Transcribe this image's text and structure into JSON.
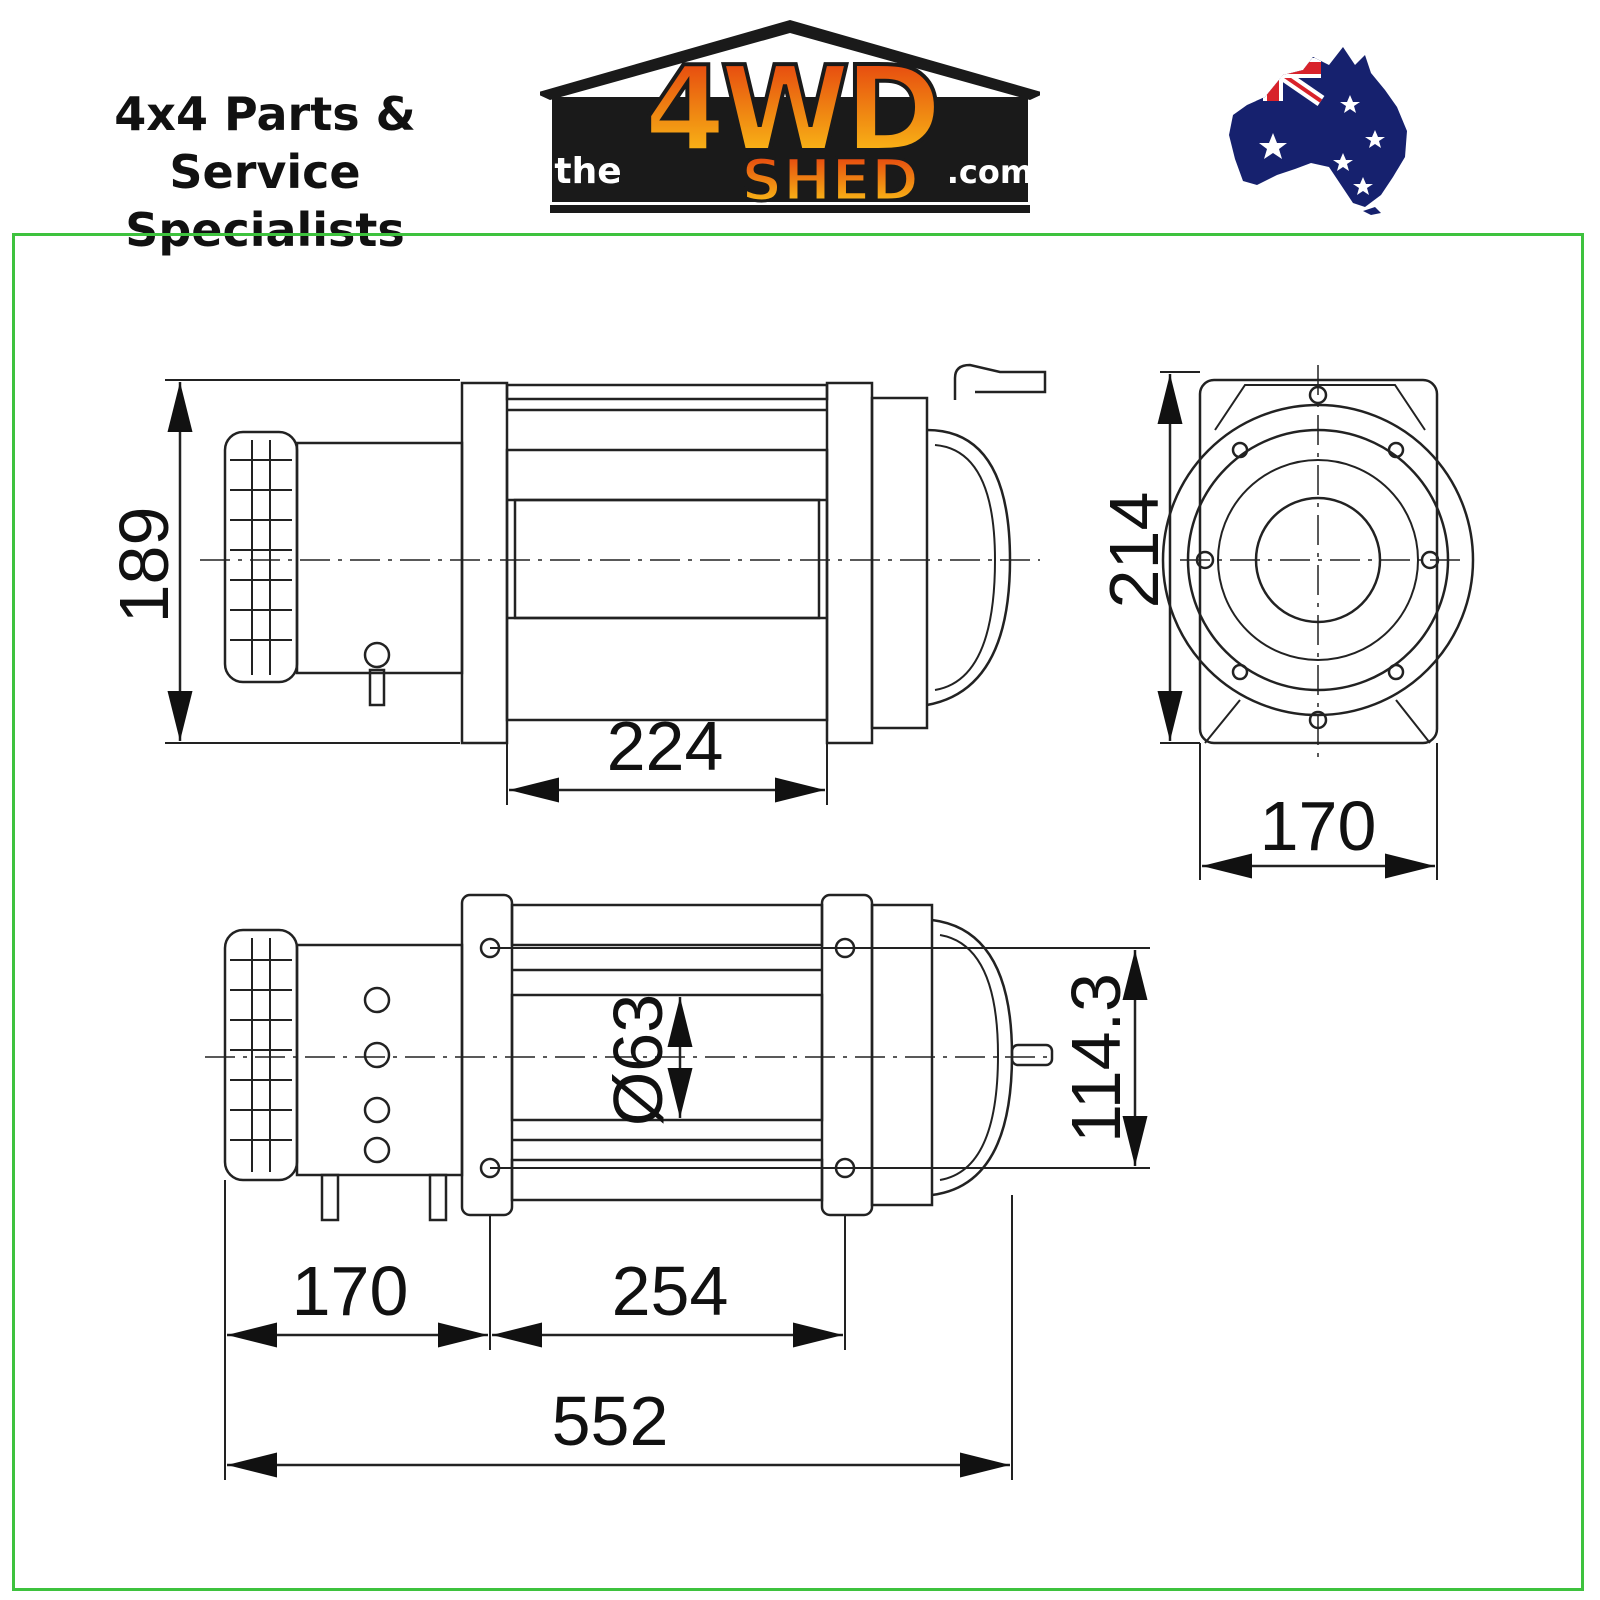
{
  "header": {
    "tagline_line1": "4x4 Parts & Service",
    "tagline_line2": "Specialists",
    "logo": {
      "prefix": "the",
      "main": "4WD",
      "sub": "SHED",
      "suffix": ".com"
    },
    "flag_icon": "australia-map-flag-icon"
  },
  "drawing": {
    "top_view": {
      "height": "189",
      "drum_length": "224"
    },
    "end_view": {
      "height": "214",
      "width": "170"
    },
    "side_view": {
      "drum_diameter": "Ø63",
      "mount_spacing_vertical": "114.3",
      "motor_length": "170",
      "mount_spacing_horizontal": "254",
      "overall_length": "552"
    }
  },
  "colors": {
    "frame": "#3ec23e",
    "logo_orange": "#f08a12",
    "logo_yellow": "#ffd21a",
    "logo_dark": "#1a1a1a"
  }
}
